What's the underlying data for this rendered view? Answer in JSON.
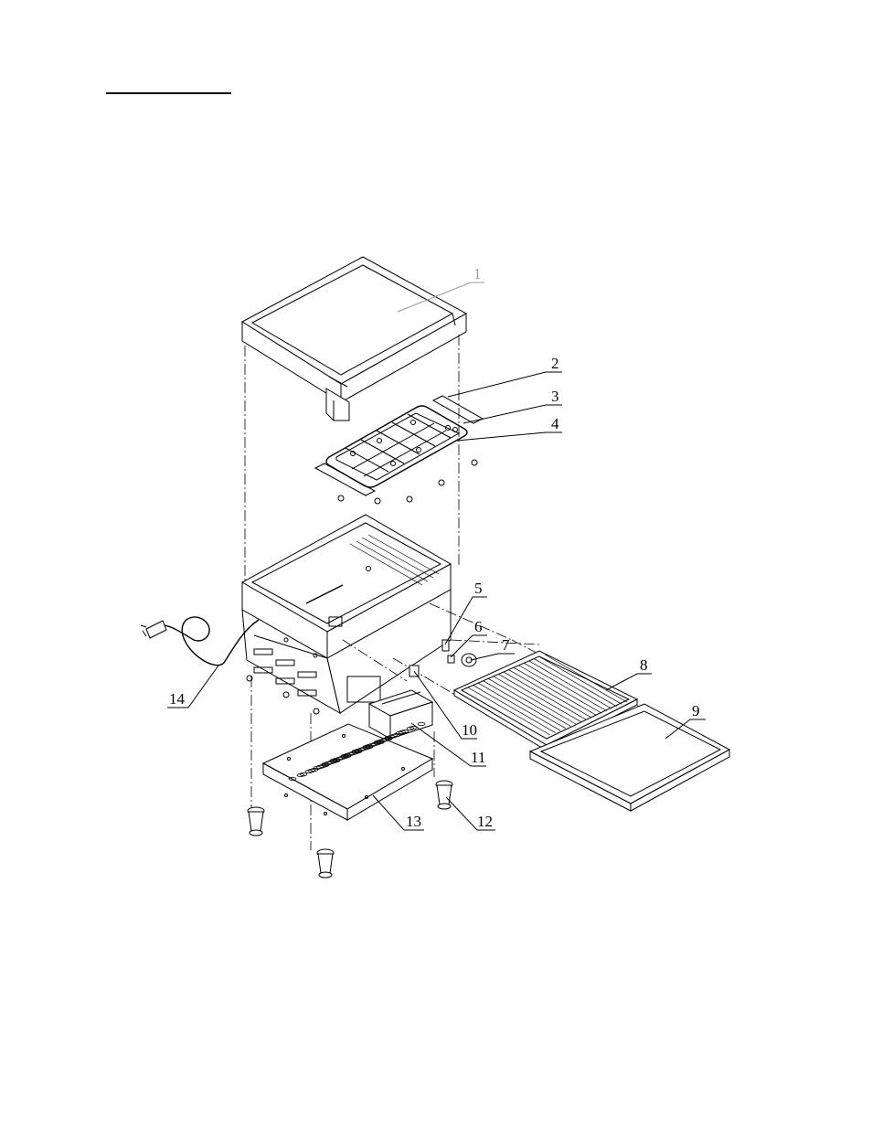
{
  "colors": {
    "line": "#000000",
    "faint_label": "#9a9a9a",
    "background": "#ffffff"
  },
  "callouts": [
    {
      "id": "1",
      "label": "1"
    },
    {
      "id": "2",
      "label": "2"
    },
    {
      "id": "3",
      "label": "3"
    },
    {
      "id": "4",
      "label": "4"
    },
    {
      "id": "5",
      "label": "5"
    },
    {
      "id": "6",
      "label": "6"
    },
    {
      "id": "7",
      "label": "7"
    },
    {
      "id": "8",
      "label": "8"
    },
    {
      "id": "9",
      "label": "9"
    },
    {
      "id": "10",
      "label": "10"
    },
    {
      "id": "11",
      "label": "11"
    },
    {
      "id": "12",
      "label": "12"
    },
    {
      "id": "13",
      "label": "13"
    },
    {
      "id": "14",
      "label": "14"
    }
  ]
}
